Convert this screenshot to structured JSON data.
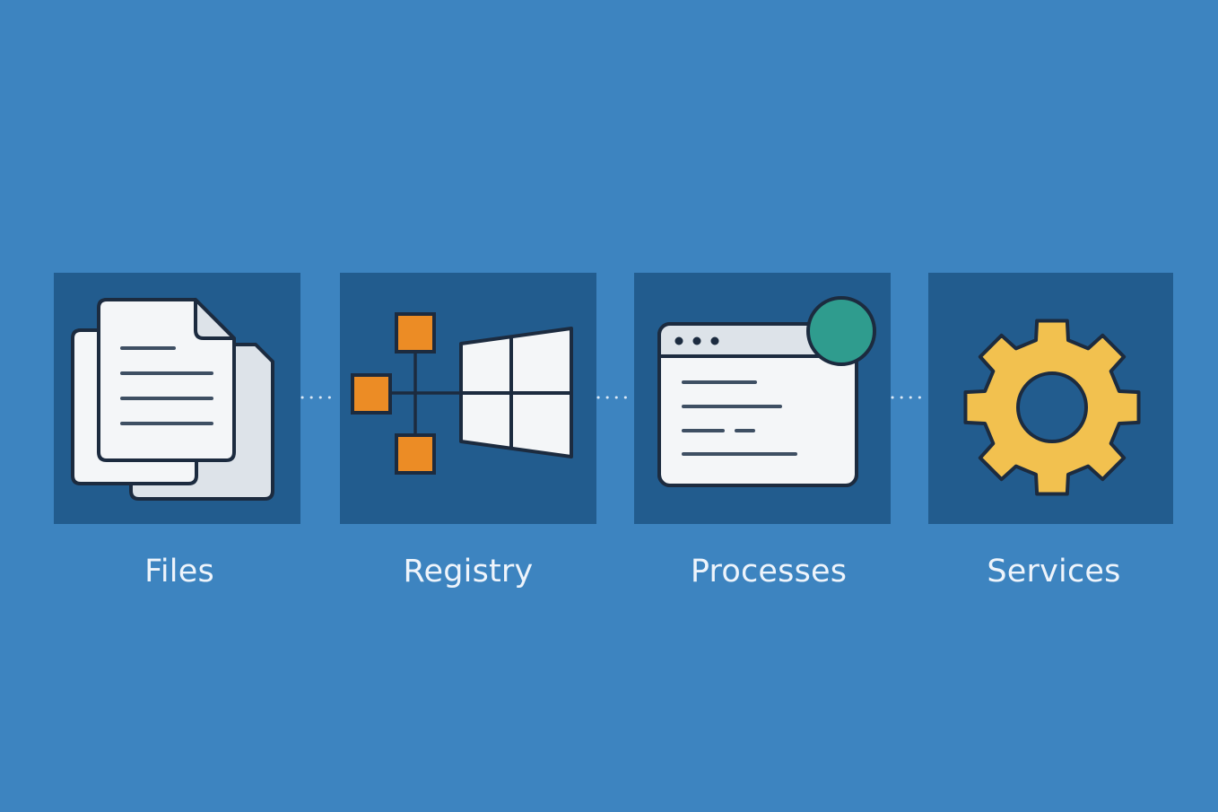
{
  "colors": {
    "background": "#3d84c0",
    "tile": "#225c8e",
    "outline": "#1c2b3f",
    "paper": "#f4f6f8",
    "paper_shade": "#dde3e9",
    "text_lines": "#3e4f63",
    "orange": "#ec8c25",
    "teal": "#2f9c8e",
    "gear": "#f2c14f",
    "label": "#eef4fb",
    "connector": "#dce9f6"
  },
  "steps": [
    {
      "label": "Files",
      "icon": "documents-icon"
    },
    {
      "label": "Registry",
      "icon": "registry-tree-icon"
    },
    {
      "label": "Processes",
      "icon": "app-window-icon"
    },
    {
      "label": "Services",
      "icon": "gear-icon"
    }
  ]
}
